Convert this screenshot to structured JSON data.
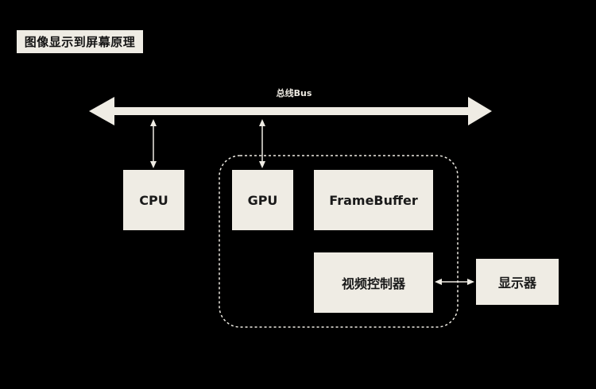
{
  "title": "图像显示到屏幕原理",
  "bus": {
    "label": "总线Bus"
  },
  "nodes": {
    "cpu": "CPU",
    "gpu": "GPU",
    "framebuffer": "FrameBuffer",
    "video_controller": "视频控制器",
    "display": "显示器"
  },
  "colors": {
    "background": "#000000",
    "box": "#efece4",
    "text": "#1a1a1a",
    "line": "#efece4"
  }
}
